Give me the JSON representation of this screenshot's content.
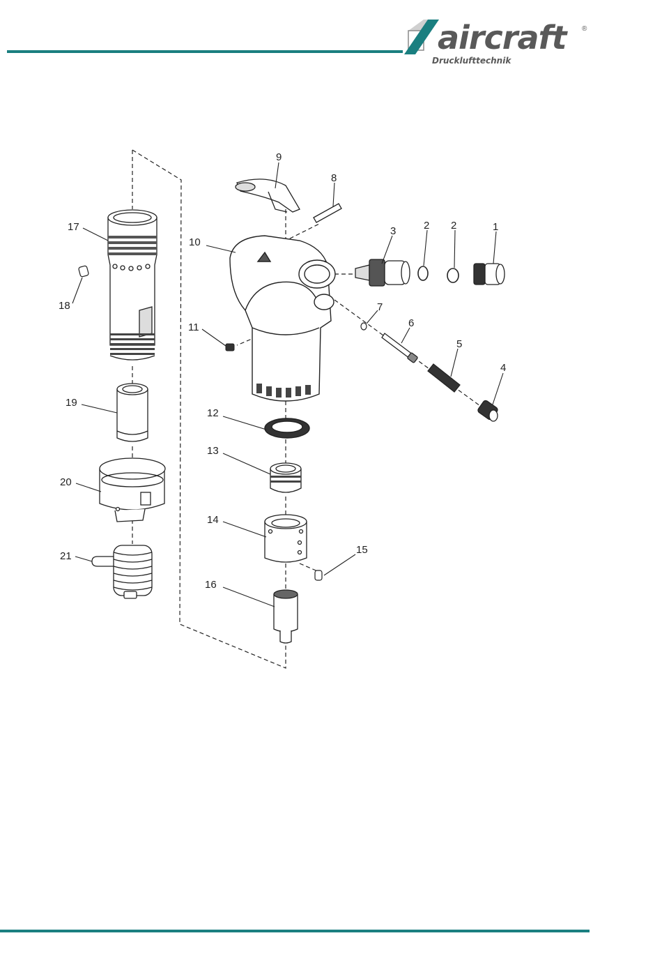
{
  "brand": {
    "name": "aircraft",
    "registered": "®",
    "tagline": "Drucklufttechnik"
  },
  "colors": {
    "accent": "#1a7f80",
    "logo_gray": "#595959"
  },
  "diagram": {
    "part_numbers": [
      "1",
      "2",
      "2",
      "3",
      "4",
      "5",
      "6",
      "7",
      "8",
      "9",
      "10",
      "11",
      "12",
      "13",
      "14",
      "15",
      "16",
      "17",
      "18",
      "19",
      "20",
      "21"
    ]
  }
}
